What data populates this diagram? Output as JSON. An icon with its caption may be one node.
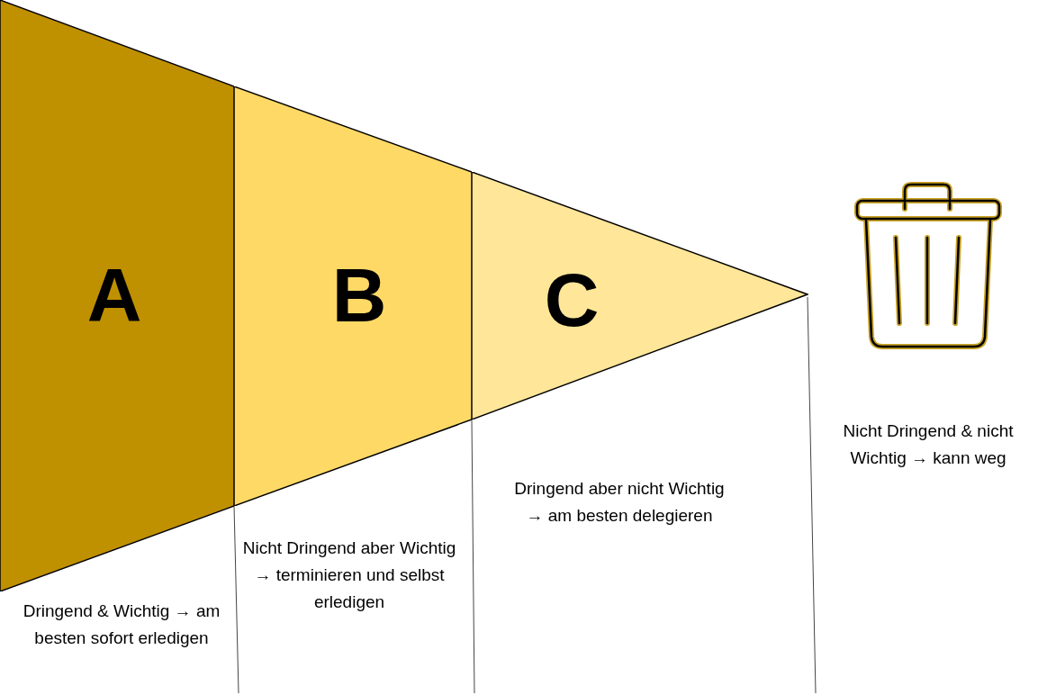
{
  "diagram": {
    "nodes": [
      {
        "text": [
          "A"
        ]
      },
      {
        "text": [
          "B"
        ]
      },
      {
        "text": [
          "C"
        ]
      }
    ],
    "labels": [
      "Dringend & Wichtig → am besten sofort erledigen",
      "Nicht Dringend aber Wichtig → terminieren und selbst erledigen",
      "Dringend aber nicht Wichtig → am besten delegieren",
      "Nicht Dringend & nicht Wichtig → kann weg"
    ]
  }
}
